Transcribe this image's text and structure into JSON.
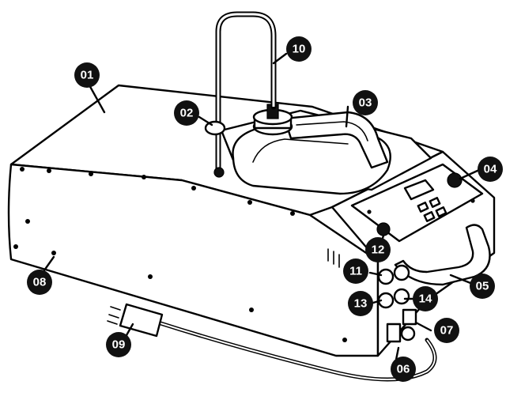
{
  "callouts": [
    {
      "id": "01",
      "label": "01"
    },
    {
      "id": "02",
      "label": "02"
    },
    {
      "id": "03",
      "label": "03"
    },
    {
      "id": "04",
      "label": "04"
    },
    {
      "id": "05",
      "label": "05"
    },
    {
      "id": "06",
      "label": "06"
    },
    {
      "id": "07",
      "label": "07"
    },
    {
      "id": "08",
      "label": "08"
    },
    {
      "id": "09",
      "label": "09"
    },
    {
      "id": "10",
      "label": "10"
    },
    {
      "id": "11",
      "label": "11"
    },
    {
      "id": "12",
      "label": "12"
    },
    {
      "id": "13",
      "label": "13"
    },
    {
      "id": "14",
      "label": "14"
    }
  ],
  "colors": {
    "ink": "#000000",
    "badge": "#111111",
    "badge_text": "#ffffff",
    "background": "#ffffff"
  }
}
